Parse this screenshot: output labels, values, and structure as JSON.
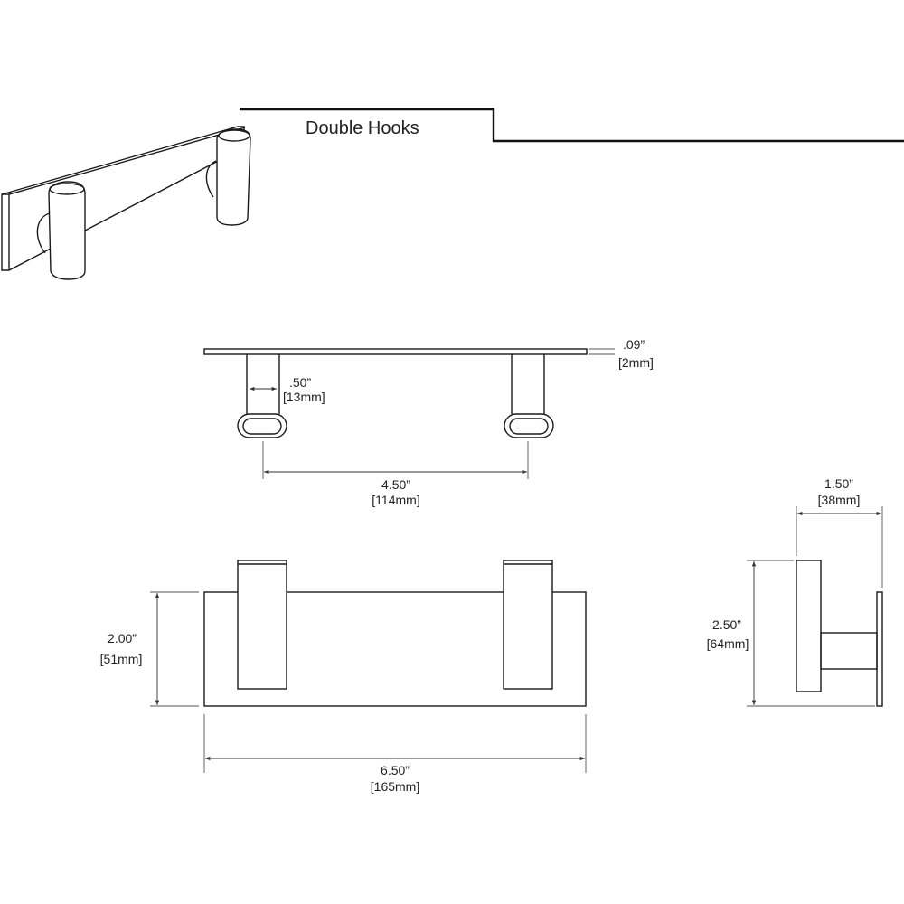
{
  "title": "Double Hooks",
  "dimensions": {
    "plate_thickness": {
      "imperial": ".09”",
      "metric": "[2mm]"
    },
    "hook_width": {
      "imperial": ".50”",
      "metric": "[13mm]"
    },
    "hook_spacing": {
      "imperial": "4.50”",
      "metric": "[114mm]"
    },
    "plate_height": {
      "imperial": "2.00”",
      "metric": "[51mm]"
    },
    "plate_length": {
      "imperial": "6.50”",
      "metric": "[165mm]"
    },
    "projection": {
      "imperial": "1.50”",
      "metric": "[38mm]"
    },
    "overall_height": {
      "imperial": "2.50”",
      "metric": "[64mm]"
    }
  }
}
